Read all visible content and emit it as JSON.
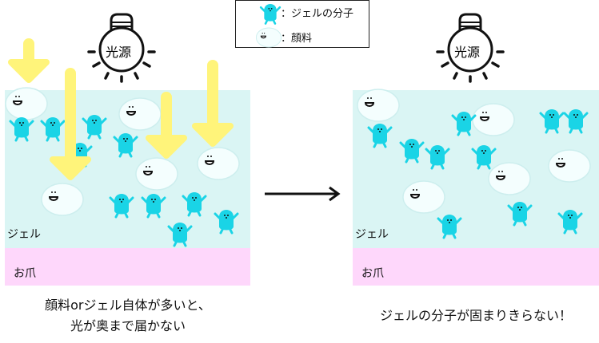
{
  "legend": {
    "molecule_label": "：ジェルの分子",
    "pigment_label": "：顔料"
  },
  "left_panel": {
    "light_label": "光源",
    "gel_label": "ジェル",
    "nail_label": "お爪",
    "caption_line1": "顔料orジェル自体が多いと、",
    "caption_line2": "光が奥まで届かない"
  },
  "right_panel": {
    "light_label": "光源",
    "gel_label": "ジェル",
    "nail_label": "お爪",
    "caption": "ジェルの分子が固まりきらない！"
  },
  "colors": {
    "gel": "#daf5f4",
    "nail": "#fed7fb",
    "molecule": "#1ad4e6",
    "light_arrow": "#fff47a",
    "pigment": "#f4fefe"
  }
}
